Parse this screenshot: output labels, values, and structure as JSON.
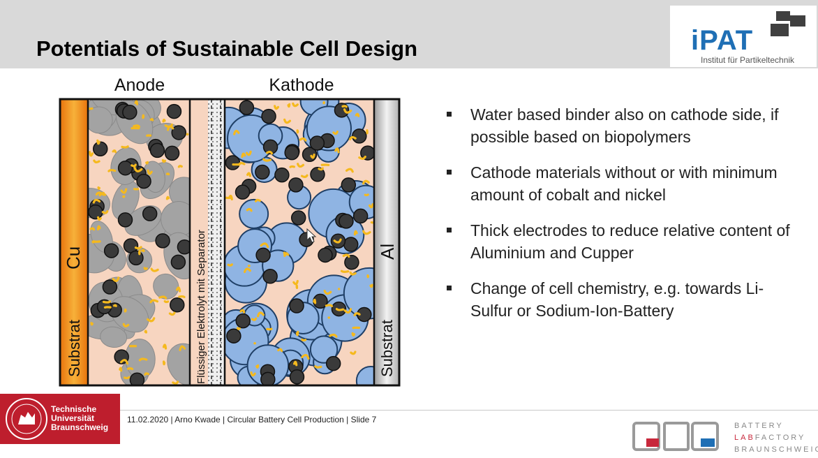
{
  "slide": {
    "title": "Potentials of Sustainable Cell Design"
  },
  "ipat_logo": {
    "main": "iPAT",
    "sub": "Institut für Partikeltechnik"
  },
  "diagram": {
    "anode_label": "Anode",
    "cathode_label": "Kathode",
    "cu_label": "Cu",
    "al_label": "Al",
    "substrat_left": "Substrat",
    "substrat_right": "Substrat",
    "separator_label": "Flüssiger Elektrolyt mit Separator"
  },
  "bullets": [
    "Water based binder also on cathode side, if possible based on biopolymers",
    "Cathode materials without or with minimum amount of cobalt and nickel",
    "Thick electrodes to reduce relative content of Aluminium and Cupper",
    "Change of cell chemistry, e.g. towards Li-Sulfur or Sodium-Ion-Battery"
  ],
  "footer": {
    "text": "11.02.2020 | Arno Kwade | Circular Battery Cell Production | Slide 7",
    "tu_line1": "Technische",
    "tu_line2": "Universität",
    "tu_line3": "Braunschweig",
    "blb_word1": "BATTERY",
    "blb_word2a": "LAB",
    "blb_word2b": "FACTORY",
    "blb_word3": "BRAUNSCHWEIG"
  },
  "colors": {
    "cathode_particle": "#8fb4e3",
    "anode_particle": "#a3a3a3",
    "carbon_black": "#3a3a3a",
    "binder": "#f5b91e",
    "electrolyte_bg": "#f7d5c0",
    "copper_gradient": "#e8730c",
    "aluminium_gradient": "#bdbdbd",
    "tu_red": "#be1e2d",
    "ipat_blue": "#1f6fb5"
  }
}
